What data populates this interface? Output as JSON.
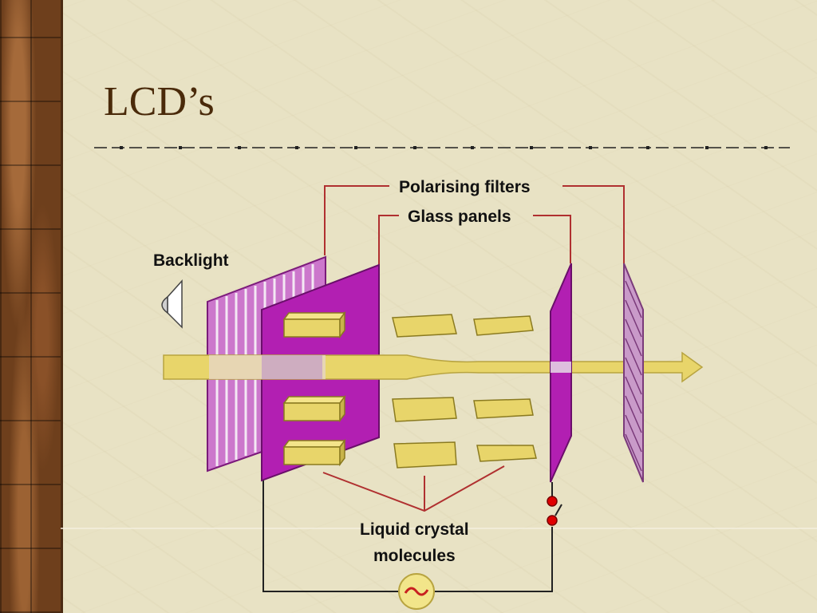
{
  "slide": {
    "title": "LCD’s"
  },
  "diagram": {
    "labels": {
      "polarising_filters": "Polarising filters",
      "glass_panels": "Glass panels",
      "backlight": "Backlight",
      "liquid_crystal_line1": "Liquid crystal",
      "liquid_crystal_line2": "molecules"
    }
  },
  "colors": {
    "title": "#4a2a0a",
    "purple": "#b21fb2",
    "light_purple": "#cc99cc",
    "yellow": "#e8d56a",
    "leader_line": "#b03030",
    "circuit": "#222222"
  }
}
